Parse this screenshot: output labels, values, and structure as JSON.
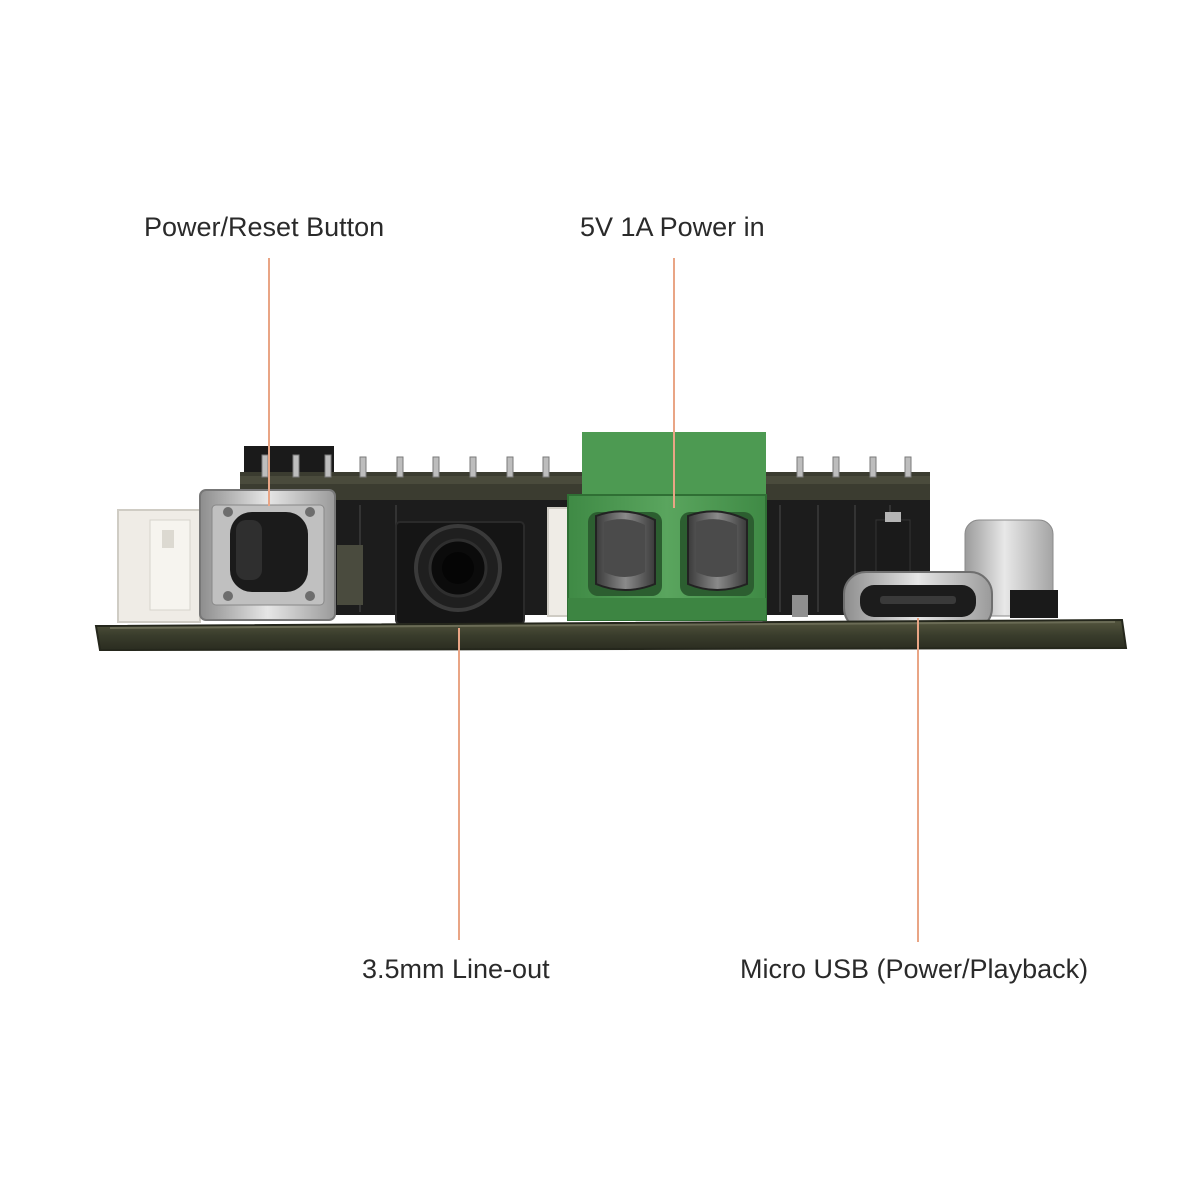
{
  "callouts": {
    "power_reset": "Power/Reset Button",
    "power_in": "5V 1A Power in",
    "line_out": "3.5mm Line-out",
    "micro_usb": "Micro USB (Power/Playback)"
  },
  "colors": {
    "leader_line": "#e9a585",
    "label_text": "#2a2a2a",
    "pcb": "#3a3d2c",
    "terminal_block": "#4f9a54",
    "connector_white": "#ece9e2",
    "metal": "#c8c8c8"
  }
}
